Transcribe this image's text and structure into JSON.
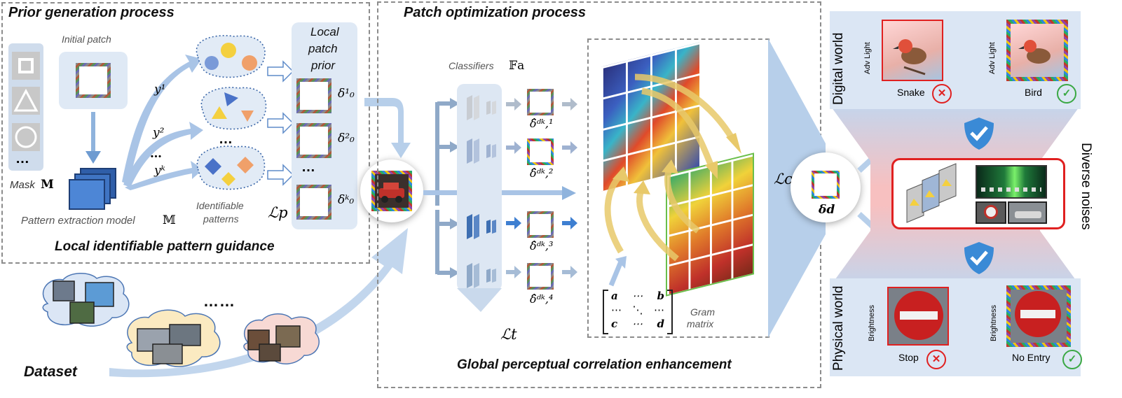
{
  "prior": {
    "title": "Prior generation process",
    "initial_patch": "Initial patch",
    "mask_label": "Mask",
    "mask_symbol": "M",
    "model_label": "Pattern extraction model",
    "model_symbol": "𝕄",
    "y1": "y¹",
    "y2": "y²",
    "ydots": "…",
    "yk": "yᵏ",
    "identifiable_patterns": [
      "Identifiable",
      "patterns"
    ],
    "local_prior": [
      "Local",
      "patch",
      "prior"
    ],
    "delta1": "δ¹₀",
    "delta2": "δ²₀",
    "deltak": "δᵏ₀",
    "vdots": "⋮",
    "cloud_dots": "…",
    "lp": "ℒp",
    "subtitle": "Local identifiable pattern guidance"
  },
  "dataset": {
    "label": "Dataset",
    "dots": "……"
  },
  "patch_opt": {
    "title": "Patch optimization process",
    "classifiers": "Classifiers",
    "classifier_symbol": "𝔽a",
    "dhat1": "δ̂ᵈᵏ,¹",
    "dhat2": "δ̂ᵈᵏ,²",
    "dhat3": "δ̂ᵈᵏ,³",
    "dhat4": "δ̂ᵈᵏ,⁴",
    "lt": "ℒt",
    "gram": [
      "Gram",
      "matrix"
    ],
    "matrix": {
      "r1": [
        "a",
        "⋯",
        "b"
      ],
      "r2": [
        "⋯",
        "⋱",
        "⋯"
      ],
      "r3": [
        "c",
        "⋯",
        "d"
      ]
    },
    "subtitle": "Global perceptual correlation enhancement",
    "lc": "ℒc"
  },
  "delta_d": "δd",
  "right": {
    "digital_world": "Digital world",
    "physical_world": "Physical world",
    "diverse_noises": "Diverse noises",
    "adv_light": "Adv Light",
    "brightness": "Brightness",
    "snake": "Snake",
    "bird": "Bird",
    "stop": "Stop",
    "no_entry": "No Entry",
    "cross": "✕",
    "check": "✓"
  }
}
